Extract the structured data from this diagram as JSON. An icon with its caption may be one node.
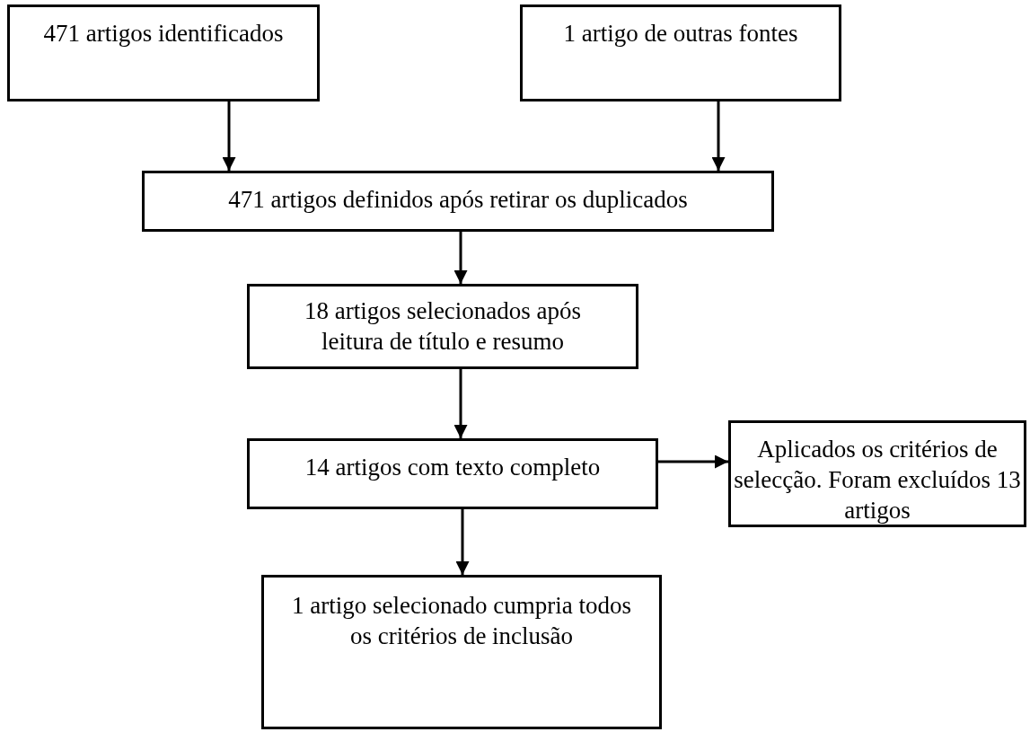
{
  "diagram": {
    "nodes": [
      {
        "text": [
          "471 artigos identificados"
        ]
      },
      {
        "text": [
          "1 artigo de outras fontes"
        ]
      },
      {
        "text": [
          "471 artigos definidos após retirar os duplicados"
        ]
      },
      {
        "text": [
          "18 artigos selecionados após leitura de título e resumo"
        ]
      },
      {
        "text": [
          "14 artigos com texto completo"
        ]
      },
      {
        "text": [
          "Aplicados os critérios de selecção. Foram excluídos 13 artigos"
        ]
      },
      {
        "text": [
          "1 artigo selecionado cumpria todos os critérios de inclusão"
        ]
      }
    ],
    "edges": [
      {
        "from": 0,
        "to": 2,
        "arrow": "to"
      },
      {
        "from": 1,
        "to": 2,
        "arrow": "to"
      },
      {
        "from": 2,
        "to": 3,
        "arrow": "to"
      },
      {
        "from": 3,
        "to": 4,
        "arrow": "to"
      },
      {
        "from": 4,
        "to": 5,
        "arrow": "to"
      },
      {
        "from": 4,
        "to": 6,
        "arrow": "to"
      }
    ]
  }
}
